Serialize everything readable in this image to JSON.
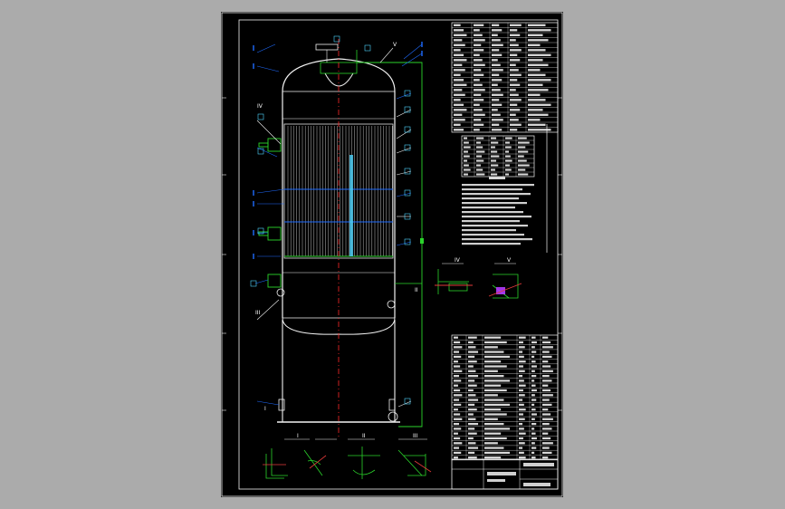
{
  "app": {
    "background_color": "#ababab",
    "sheet_color": "#000000",
    "accent_green": "#2bd42b",
    "accent_blue": "#1e6bff",
    "accent_cyan": "#4fd6ff",
    "centerline_red": "#ff2a2a",
    "line_white": "#f2f2f2"
  },
  "drawing": {
    "detail_labels": {
      "I": "I",
      "II": "II",
      "III": "III",
      "IV": "IV",
      "V": "V"
    },
    "title_block": {
      "drawing_name": "",
      "drawing_number": ""
    }
  }
}
